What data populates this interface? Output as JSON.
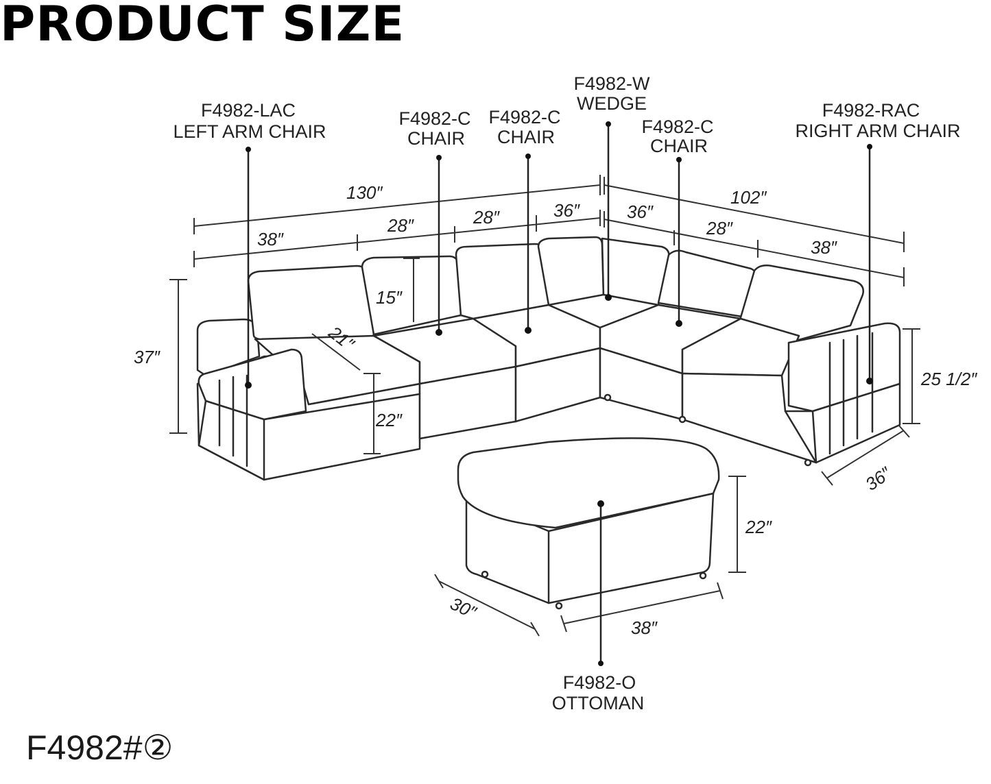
{
  "title": "PRODUCT SIZE",
  "model_code": "F4982#②",
  "callouts": {
    "lac_code": "F4982-LAC",
    "lac_name": "LEFT ARM CHAIR",
    "chair1_code": "F4982-C",
    "chair1_name": "CHAIR",
    "chair2_code": "F4982-C",
    "chair2_name": "CHAIR",
    "wedge_code": "F4982-W",
    "wedge_name": "WEDGE",
    "chair3_code": "F4982-C",
    "chair3_name": "CHAIR",
    "rac_code": "F4982-RAC",
    "rac_name": "RIGHT ARM CHAIR",
    "ottoman_code": "F4982-O",
    "ottoman_name": "OTTOMAN"
  },
  "dimensions": {
    "left_total": "130″",
    "right_total": "102″",
    "seg_lac": "38″",
    "seg_c1": "28″",
    "seg_c2": "28″",
    "seg_w_left": "36″",
    "seg_w_right": "36″",
    "seg_c3": "28″",
    "seg_rac": "38″",
    "back_height": "15″",
    "seat_depth": "21″",
    "total_height": "37″",
    "seat_height": "22″",
    "arm_height": "25 1/2″",
    "depth": "36″",
    "ottoman_height": "22″",
    "ottoman_depth": "30″",
    "ottoman_width": "38″"
  }
}
